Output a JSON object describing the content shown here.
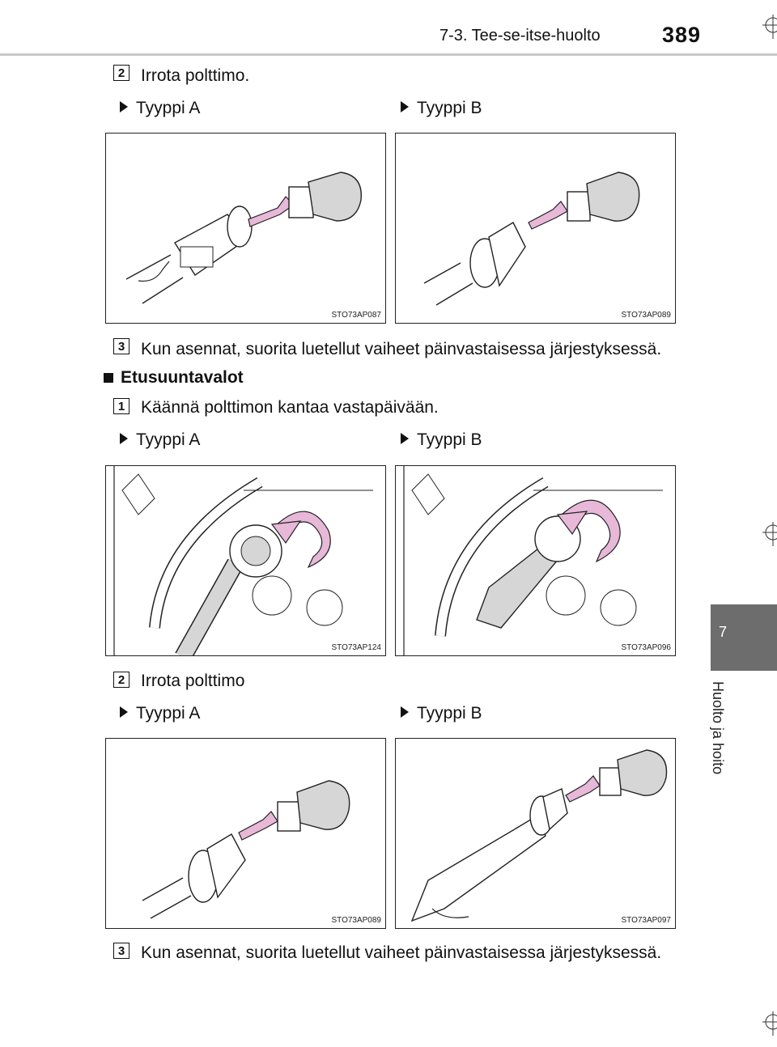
{
  "header": {
    "section": "7-3. Tee-se-itse-huolto",
    "page_number": "389"
  },
  "side_tab": {
    "chapter_number": "7",
    "chapter_title": "Huolto ja hoito"
  },
  "steps": [
    {
      "number": "2",
      "text": "Irrota polttimo."
    },
    {
      "number": "3",
      "text": "Kun asennat, suorita luetellut vaiheet päinvastaisessa järjestyksessä."
    },
    {
      "number": "1",
      "text": "Käännä polttimon kantaa vastapäivään."
    },
    {
      "number": "2",
      "text": "Irrota polttimo"
    },
    {
      "number": "3",
      "text": "Kun asennat, suorita luetellut vaiheet päinvastaisessa järjestyksessä."
    }
  ],
  "section_heading": "Etusuuntavalot",
  "type_labels": {
    "a": "Tyyppi A",
    "b": "Tyyppi B"
  },
  "figures": [
    {
      "code": "STO73AP087"
    },
    {
      "code": "STO73AP089"
    },
    {
      "code": "STO73AP124"
    },
    {
      "code": "STO73AP096"
    },
    {
      "code": "STO73AP089"
    },
    {
      "code": "STO73AP097"
    }
  ],
  "colors": {
    "arrow_fill": "#e8b8d8",
    "tab_gray": "#6d6d6d",
    "part_gray": "#d6d6d6"
  }
}
